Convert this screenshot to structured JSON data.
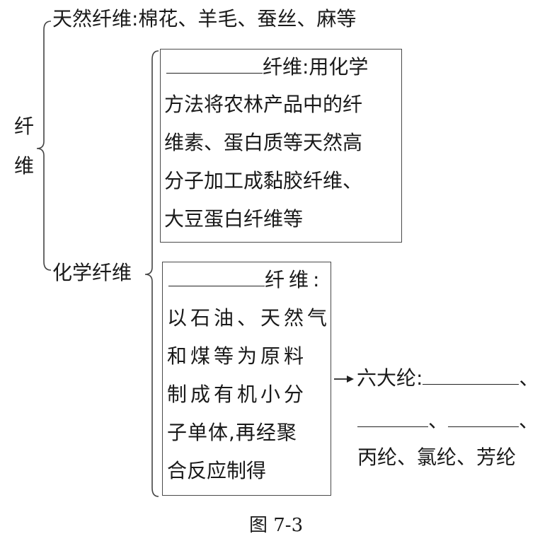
{
  "root": {
    "label_char_1": "纤",
    "label_char_2": "维"
  },
  "natural_fiber": {
    "text": "天然纤维:棉花、羊毛、蚕丝、麻等"
  },
  "chemical_fiber": {
    "label": "化学纤维",
    "regenerated_box": {
      "line1_suffix": "纤维:用化学",
      "line2": "方法将农林产品中的纤",
      "line3": "维素、蛋白质等天然高",
      "line4": "分子加工成黏胶纤维、",
      "line5": "大豆蛋白纤维等"
    },
    "synthetic_box": {
      "line1_suffix": "纤维:",
      "line2": "以石油、天然气",
      "line3": "和煤等为原料",
      "line4": "制成有机小分",
      "line5": "子单体,再经聚",
      "line6": "合反应制得"
    },
    "six_major": {
      "label": "六大纶:",
      "separator": "、",
      "last_line": "丙纶、氯纶、芳纶"
    }
  },
  "caption": "图 7-3"
}
